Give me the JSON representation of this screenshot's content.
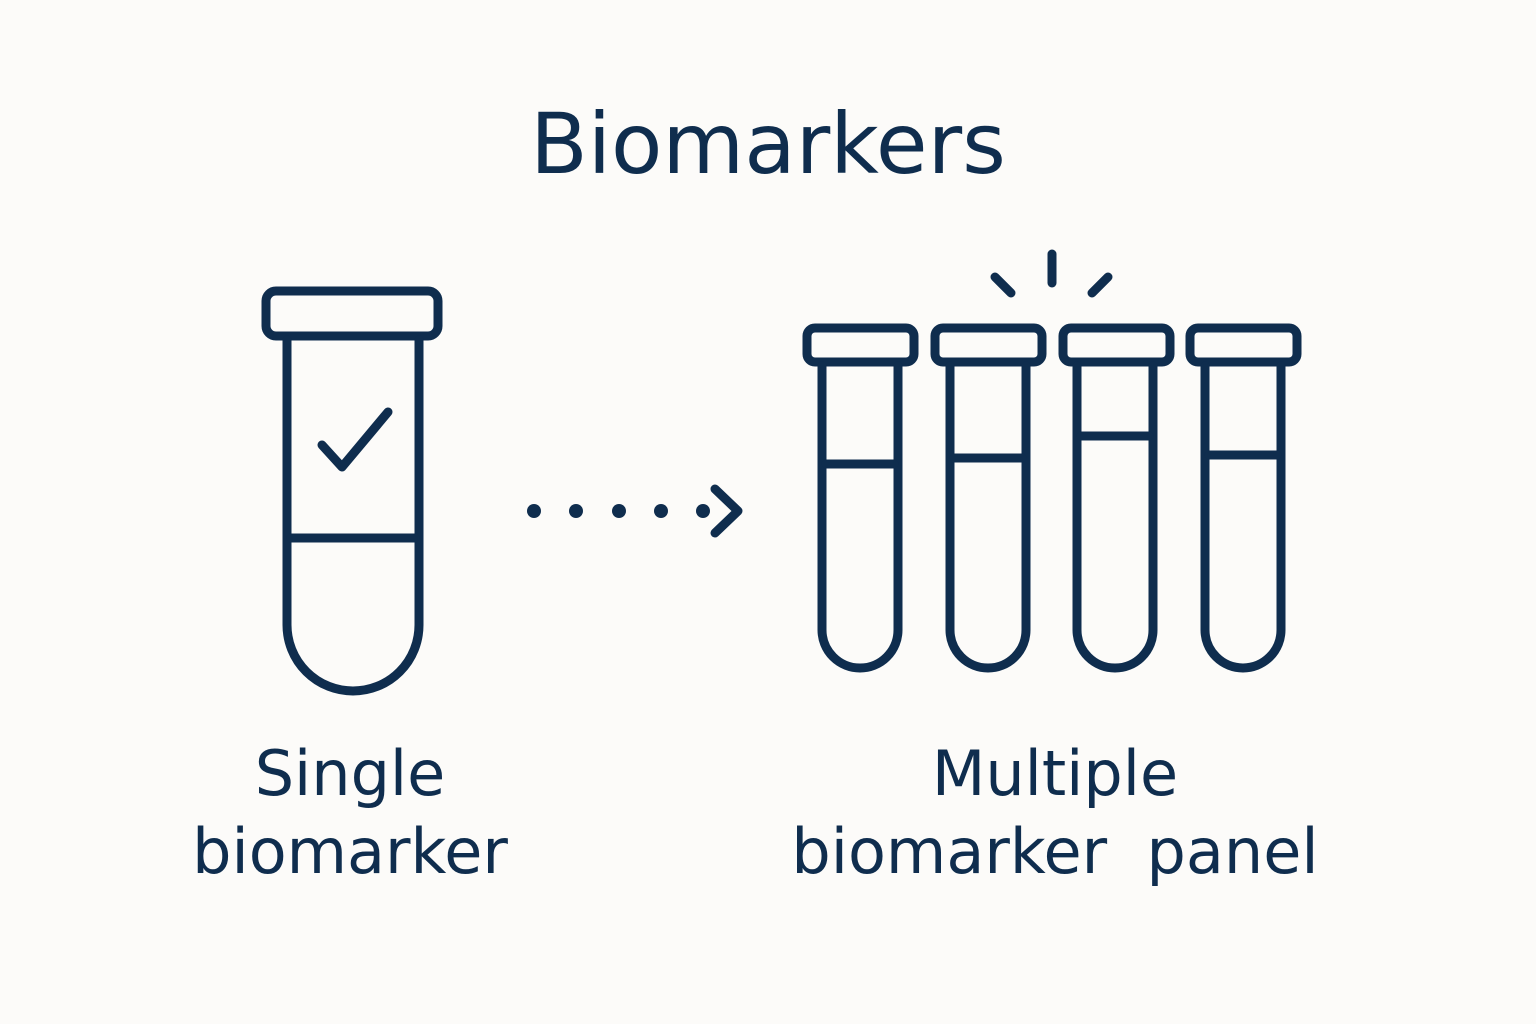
{
  "title": "Biomarkers",
  "colors": {
    "ink": "#0f2d4e",
    "background": "#fcfbf9"
  },
  "left": {
    "line1": "Single",
    "line2": "biomarker",
    "icon": "test-tube-check-icon"
  },
  "right": {
    "line1": "Multiple",
    "line2": "biomarker  panel",
    "icon": "test-tube-panel-icon",
    "tube_count": 4
  },
  "connector": {
    "icon": "dotted-arrow-icon",
    "dots": 5
  }
}
